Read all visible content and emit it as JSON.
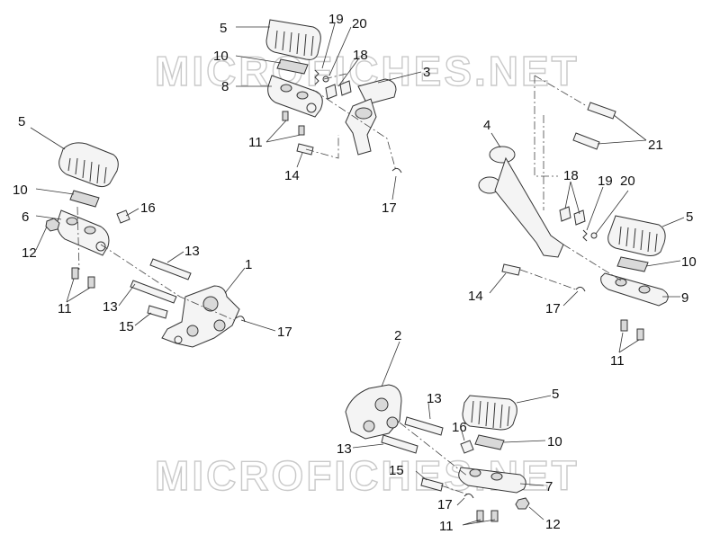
{
  "watermarks": [
    "MICROFICHES.NET",
    "MICROFICHES.NET"
  ],
  "callouts": [
    {
      "id": "c-top-5",
      "text": "5"
    },
    {
      "id": "c-top-19",
      "text": "19"
    },
    {
      "id": "c-top-20",
      "text": "20"
    },
    {
      "id": "c-top-10",
      "text": "10"
    },
    {
      "id": "c-top-18",
      "text": "18"
    },
    {
      "id": "c-top-3",
      "text": "3"
    },
    {
      "id": "c-top-8",
      "text": "8"
    },
    {
      "id": "c-top-11",
      "text": "11"
    },
    {
      "id": "c-top-14",
      "text": "14"
    },
    {
      "id": "c-top-17",
      "text": "17"
    },
    {
      "id": "c-left-5",
      "text": "5"
    },
    {
      "id": "c-left-10",
      "text": "10"
    },
    {
      "id": "c-left-16",
      "text": "16"
    },
    {
      "id": "c-left-6",
      "text": "6"
    },
    {
      "id": "c-left-12",
      "text": "12"
    },
    {
      "id": "c-left-13a",
      "text": "13"
    },
    {
      "id": "c-left-1",
      "text": "1"
    },
    {
      "id": "c-left-13b",
      "text": "13"
    },
    {
      "id": "c-left-11",
      "text": "11"
    },
    {
      "id": "c-left-15",
      "text": "15"
    },
    {
      "id": "c-left-17",
      "text": "17"
    },
    {
      "id": "c-right-4",
      "text": "4"
    },
    {
      "id": "c-right-21",
      "text": "21"
    },
    {
      "id": "c-right-18",
      "text": "18"
    },
    {
      "id": "c-right-19",
      "text": "19"
    },
    {
      "id": "c-right-20",
      "text": "20"
    },
    {
      "id": "c-right-5",
      "text": "5"
    },
    {
      "id": "c-right-10",
      "text": "10"
    },
    {
      "id": "c-right-14",
      "text": "14"
    },
    {
      "id": "c-right-9",
      "text": "9"
    },
    {
      "id": "c-right-17",
      "text": "17"
    },
    {
      "id": "c-right-11",
      "text": "11"
    },
    {
      "id": "c-bot-2",
      "text": "2"
    },
    {
      "id": "c-bot-13a",
      "text": "13"
    },
    {
      "id": "c-bot-5",
      "text": "5"
    },
    {
      "id": "c-bot-16",
      "text": "16"
    },
    {
      "id": "c-bot-10",
      "text": "10"
    },
    {
      "id": "c-bot-13b",
      "text": "13"
    },
    {
      "id": "c-bot-15",
      "text": "15"
    },
    {
      "id": "c-bot-7",
      "text": "7"
    },
    {
      "id": "c-bot-17",
      "text": "17"
    },
    {
      "id": "c-bot-11",
      "text": "11"
    },
    {
      "id": "c-bot-12",
      "text": "12"
    }
  ]
}
